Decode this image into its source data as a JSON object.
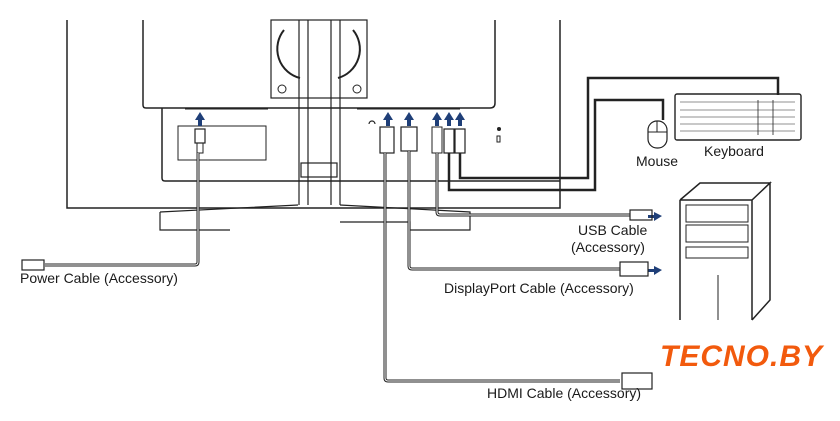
{
  "labels": {
    "power": "Power Cable (Accessory)",
    "usb_line1": "USB Cable",
    "usb_line2": "(Accessory)",
    "displayport": "DisplayPort Cable (Accessory)",
    "hdmi": "HDMI Cable (Accessory)",
    "mouse": "Mouse",
    "keyboard": "Keyboard"
  },
  "logo": {
    "text": "TECNO.BY",
    "color": "#f25a0d"
  },
  "colors": {
    "arrow": "#1f3f78",
    "line": "#222222"
  }
}
